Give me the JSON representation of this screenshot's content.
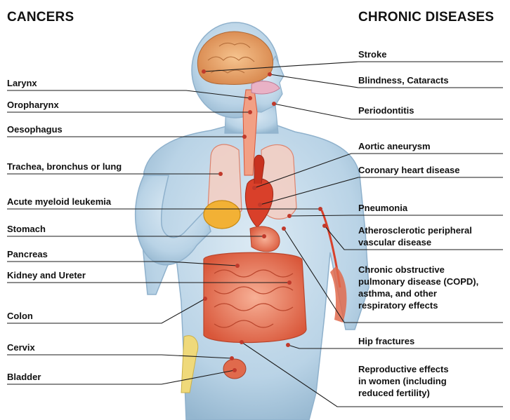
{
  "headings": {
    "cancers": "CANCERS",
    "chronic": "CHRONIC DISEASES"
  },
  "cancers": [
    "Larynx",
    "Oropharynx",
    "Oesophagus",
    "Trachea, bronchus or lung",
    "Acute myeloid leukemia",
    "Stomach",
    "Pancreas",
    "Kidney and Ureter",
    "Colon",
    "Cervix",
    "Bladder"
  ],
  "chronic": [
    {
      "lines": [
        "Stroke"
      ]
    },
    {
      "lines": [
        "Blindness, Cataracts"
      ]
    },
    {
      "lines": [
        "Periodontitis"
      ]
    },
    {
      "lines": [
        "Aortic aneurysm"
      ]
    },
    {
      "lines": [
        "Coronary heart disease"
      ]
    },
    {
      "lines": [
        "Pneumonia"
      ]
    },
    {
      "lines": [
        "Atherosclerotic peripheral",
        "vascular disease"
      ]
    },
    {
      "lines": [
        "Chronic obstructive",
        "pulmonary disease (COPD),",
        "asthma, and other",
        "respiratory effects"
      ]
    },
    {
      "lines": [
        "Hip fractures"
      ]
    },
    {
      "lines": [
        "Reproductive effects",
        "in women (including",
        "reduced fertility)"
      ]
    }
  ],
  "colors": {
    "body_fill": "#b9d3e6",
    "body_edge": "#8fb1cc",
    "organ": "#e06a4c",
    "organ_light": "#f2a085",
    "brain": "#e9a36d",
    "leader_line": "#1a1a1a",
    "marker": "#c0392b",
    "bone": "#efd97a"
  }
}
